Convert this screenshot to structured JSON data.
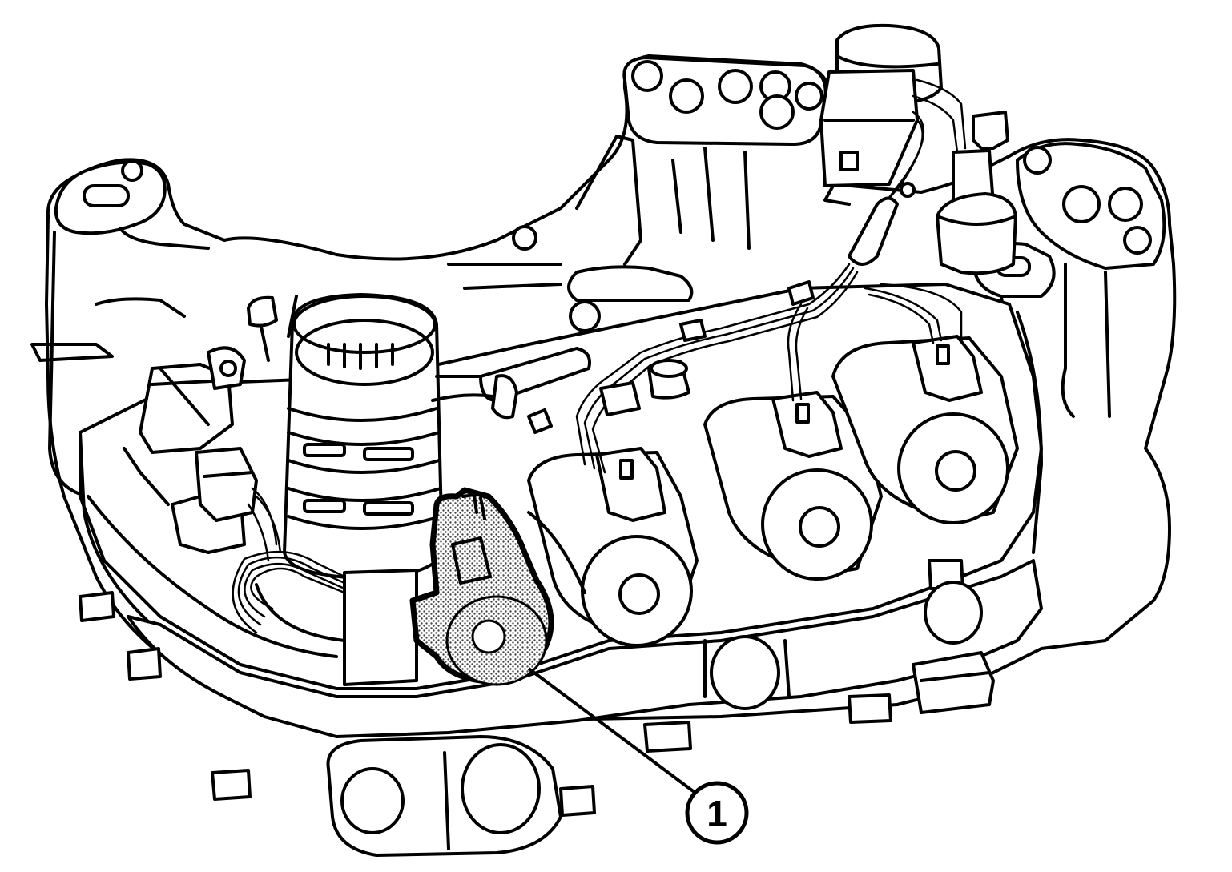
{
  "callouts": [
    {
      "id": "1",
      "label": "1",
      "target": "highlighted-solenoid-valve"
    }
  ],
  "colors": {
    "line": "#000000",
    "background": "#ffffff",
    "highlight_pattern": "dotted-gray"
  }
}
